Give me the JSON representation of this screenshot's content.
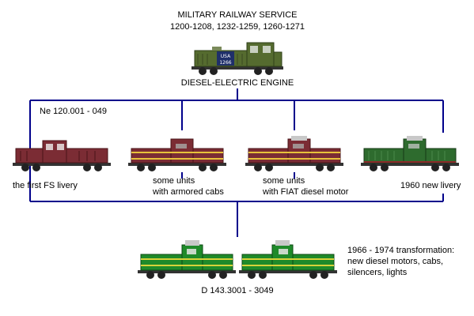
{
  "header": {
    "line1": "MILITARY RAILWAY SERVICE",
    "line2": "1200-1208, 1232-1259, 1260-1271",
    "engine_label": "DIESEL-ELECTRIC ENGINE",
    "plate_line1": "USA",
    "plate_line2": "1266"
  },
  "series_top": {
    "label": "Ne 120.001 - 049"
  },
  "variants": [
    {
      "line1": "the first FS livery",
      "line2": ""
    },
    {
      "line1": "some units",
      "line2": "with armored cabs"
    },
    {
      "line1": "some units",
      "line2": "with FIAT diesel motor"
    },
    {
      "line1": "1960 new livery",
      "line2": ""
    }
  ],
  "transformation": {
    "line1": "1966 - 1974 transformation:",
    "line2": "new diesel motors, cabs,",
    "line3": "silencers, lights"
  },
  "series_bottom": {
    "label": "D 143.3001 - 3049"
  },
  "colors": {
    "line_blue": "#00008b",
    "military_green": "#556b2f",
    "fs_brown": "#7b2c34",
    "stripe_yellow": "#e8c23a",
    "new_green": "#2e6b2e",
    "late_green": "#1f8a2a",
    "late_stripe": "#d8d23a"
  }
}
